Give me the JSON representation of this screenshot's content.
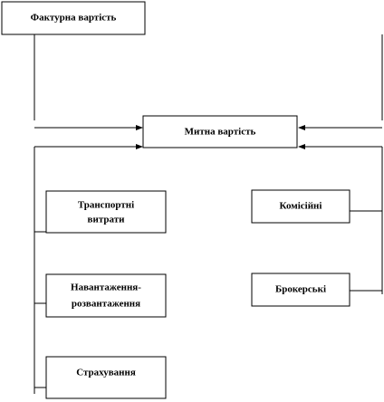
{
  "boxes": {
    "invoice_value": {
      "lines": [
        "Фактурна вартість"
      ]
    },
    "customs_value": {
      "lines": [
        "Митна вартість"
      ]
    },
    "transport_costs": {
      "lines": [
        "Транспортні",
        "витрати"
      ]
    },
    "loading_unloading": {
      "lines": [
        "Навантаження-",
        "розвантаження"
      ]
    },
    "insurance": {
      "lines": [
        "Страхування"
      ]
    },
    "commission": {
      "lines": [
        "Комісійні"
      ]
    },
    "brokerage": {
      "lines": [
        "Брокерські"
      ]
    }
  },
  "colors": {
    "stroke": "#000000",
    "background": "#ffffff"
  }
}
